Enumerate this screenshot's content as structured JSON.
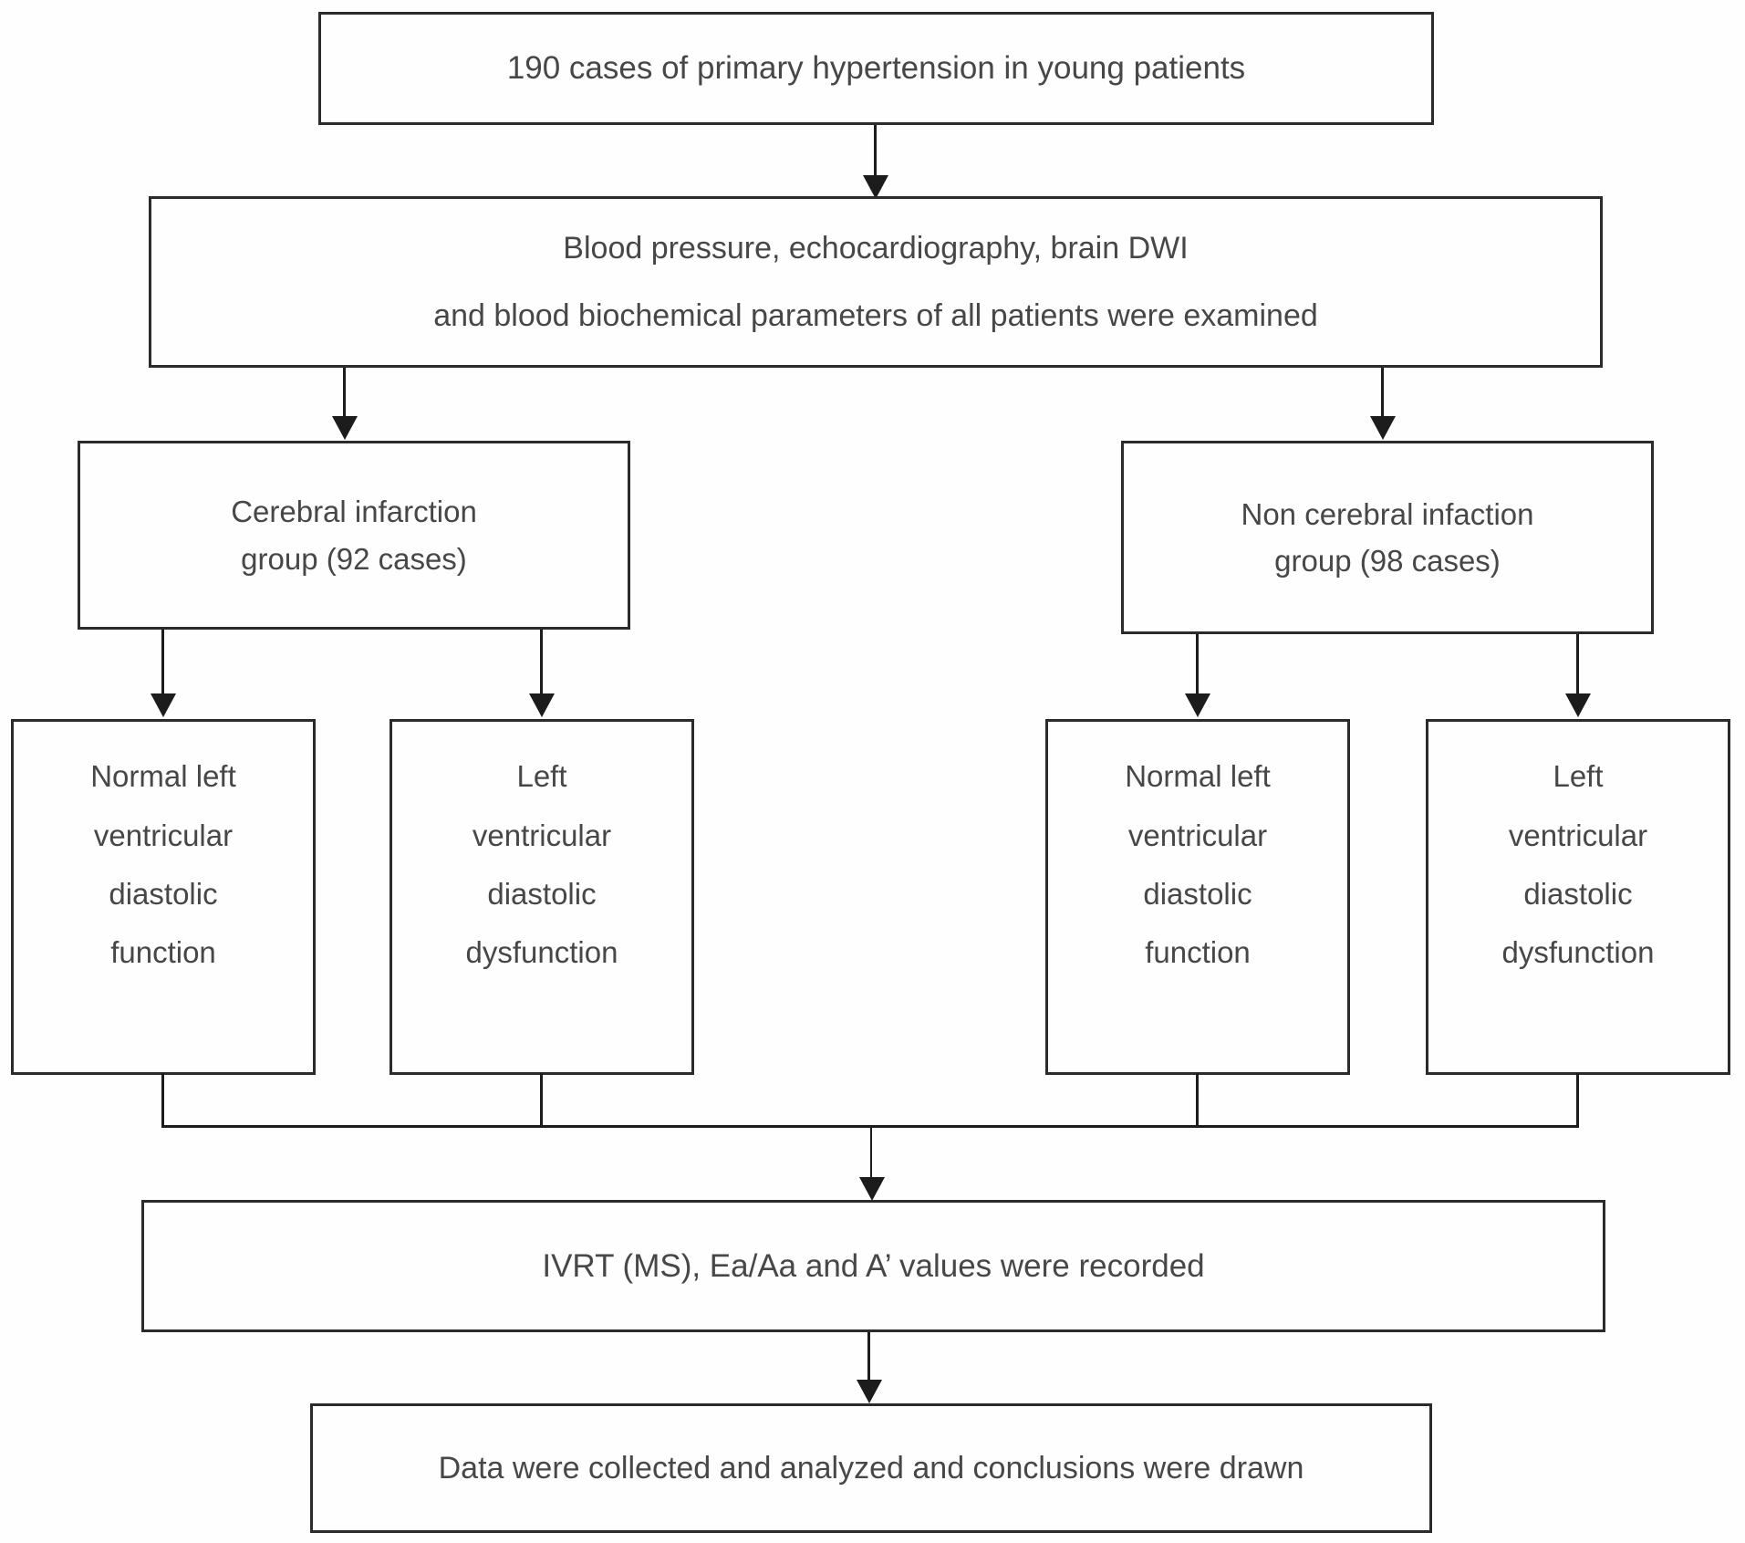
{
  "flowchart": {
    "top": {
      "label": "190 cases of primary hypertension in young patients"
    },
    "exam": {
      "line1": "Blood pressure, echocardiography, brain DWI",
      "line2": "and blood biochemical parameters of all patients were examined"
    },
    "left_group": {
      "line1": "Cerebral infarction",
      "line2": "group (92 cases)"
    },
    "right_group": {
      "line1": "Non cerebral infaction",
      "line2": "group (98 cases)"
    },
    "sub_boxes": {
      "left_normal": {
        "lines": [
          "Normal left",
          "ventricular",
          "diastolic",
          "function"
        ]
      },
      "left_dysfunction": {
        "lines": [
          "Left",
          "ventricular",
          "diastolic",
          "dysfunction"
        ]
      },
      "right_normal": {
        "lines": [
          "Normal left",
          "ventricular",
          "diastolic",
          "function"
        ]
      },
      "right_dysfunction": {
        "lines": [
          "Left",
          "ventricular",
          "diastolic",
          "dysfunction"
        ]
      }
    },
    "recorded": {
      "label": "IVRT (MS), Ea/Aa and A’ values were recorded"
    },
    "conclusion": {
      "label": "Data were collected and analyzed and conclusions were drawn"
    },
    "colors": {
      "border": "#2b2b2b",
      "line": "#1c1c1c",
      "text": "#474747",
      "background": "#fefefe"
    }
  }
}
